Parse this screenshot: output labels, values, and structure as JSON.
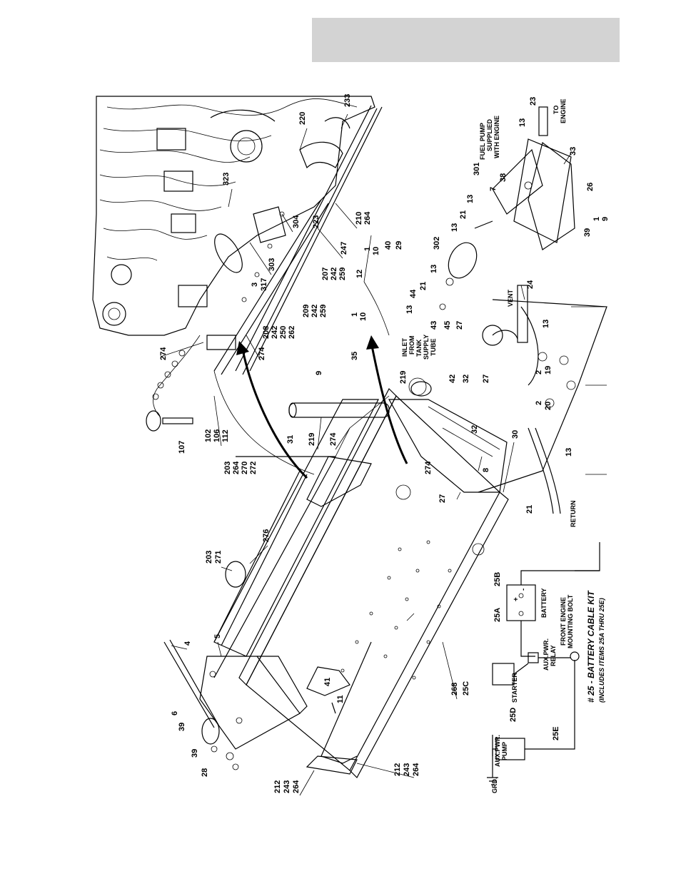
{
  "callouts": [
    {
      "id": "c323",
      "text": "323"
    },
    {
      "id": "c220",
      "text": "220"
    },
    {
      "id": "c233",
      "text": "233"
    },
    {
      "id": "c304",
      "text": "304"
    },
    {
      "id": "c223",
      "text": "223"
    },
    {
      "id": "c210",
      "text": "210"
    },
    {
      "id": "c264a",
      "text": "264"
    },
    {
      "id": "c247",
      "text": "247"
    },
    {
      "id": "c207",
      "text": "207"
    },
    {
      "id": "c242a",
      "text": "242"
    },
    {
      "id": "c259a",
      "text": "259"
    },
    {
      "id": "c303",
      "text": "303"
    },
    {
      "id": "c3",
      "text": "3"
    },
    {
      "id": "c317",
      "text": "317"
    },
    {
      "id": "c209",
      "text": "209"
    },
    {
      "id": "c242b",
      "text": "242"
    },
    {
      "id": "c259b",
      "text": "259"
    },
    {
      "id": "c208",
      "text": "208"
    },
    {
      "id": "c242c",
      "text": "242"
    },
    {
      "id": "c250",
      "text": "250"
    },
    {
      "id": "c262",
      "text": "262"
    },
    {
      "id": "c274a",
      "text": "274"
    },
    {
      "id": "c274b",
      "text": "274"
    },
    {
      "id": "c102",
      "text": "102"
    },
    {
      "id": "c106",
      "text": "106"
    },
    {
      "id": "c112",
      "text": "112"
    },
    {
      "id": "c107",
      "text": "107"
    },
    {
      "id": "c203a",
      "text": "203"
    },
    {
      "id": "c264b",
      "text": "264"
    },
    {
      "id": "c270",
      "text": "270"
    },
    {
      "id": "c272",
      "text": "272"
    },
    {
      "id": "c31",
      "text": "31"
    },
    {
      "id": "c219a",
      "text": "219"
    },
    {
      "id": "c274c",
      "text": "274"
    },
    {
      "id": "c9a",
      "text": "9"
    },
    {
      "id": "c35",
      "text": "35"
    },
    {
      "id": "c1a",
      "text": "1"
    },
    {
      "id": "c10a",
      "text": "10"
    },
    {
      "id": "c12",
      "text": "12"
    },
    {
      "id": "c1b",
      "text": "1"
    },
    {
      "id": "c10b",
      "text": "10"
    },
    {
      "id": "c40",
      "text": "40"
    },
    {
      "id": "c29",
      "text": "29"
    },
    {
      "id": "c219b",
      "text": "219"
    },
    {
      "id": "c42",
      "text": "42"
    },
    {
      "id": "c32a",
      "text": "32"
    },
    {
      "id": "c27a",
      "text": "27"
    },
    {
      "id": "c32b",
      "text": "32"
    },
    {
      "id": "c30",
      "text": "30"
    },
    {
      "id": "c274d",
      "text": "274"
    },
    {
      "id": "c8",
      "text": "8"
    },
    {
      "id": "c27b",
      "text": "27"
    },
    {
      "id": "c13a",
      "text": "13"
    },
    {
      "id": "c44",
      "text": "44"
    },
    {
      "id": "c21a",
      "text": "21"
    },
    {
      "id": "c43",
      "text": "43"
    },
    {
      "id": "c45",
      "text": "45"
    },
    {
      "id": "c27c",
      "text": "27"
    },
    {
      "id": "c13b",
      "text": "13"
    },
    {
      "id": "c302",
      "text": "302"
    },
    {
      "id": "c13c",
      "text": "13"
    },
    {
      "id": "c21b",
      "text": "21"
    },
    {
      "id": "c13d",
      "text": "13"
    },
    {
      "id": "c7",
      "text": "7"
    },
    {
      "id": "c38",
      "text": "38"
    },
    {
      "id": "c301",
      "text": "301"
    },
    {
      "id": "c13e",
      "text": "13"
    },
    {
      "id": "c23",
      "text": "23"
    },
    {
      "id": "c33",
      "text": "33"
    },
    {
      "id": "c26",
      "text": "26"
    },
    {
      "id": "c39a",
      "text": "39"
    },
    {
      "id": "c1c",
      "text": "1"
    },
    {
      "id": "c9b",
      "text": "9"
    },
    {
      "id": "c24",
      "text": "24"
    },
    {
      "id": "c13f",
      "text": "13"
    },
    {
      "id": "c2a",
      "text": "2"
    },
    {
      "id": "c19",
      "text": "19"
    },
    {
      "id": "c2b",
      "text": "2"
    },
    {
      "id": "c20",
      "text": "20"
    },
    {
      "id": "c13g",
      "text": "13"
    },
    {
      "id": "c21c",
      "text": "21"
    },
    {
      "id": "c276",
      "text": "276"
    },
    {
      "id": "c203b",
      "text": "203"
    },
    {
      "id": "c271",
      "text": "271"
    },
    {
      "id": "c5",
      "text": "5"
    },
    {
      "id": "c4",
      "text": "4"
    },
    {
      "id": "c6",
      "text": "6"
    },
    {
      "id": "c39b",
      "text": "39"
    },
    {
      "id": "c39c",
      "text": "39"
    },
    {
      "id": "c28",
      "text": "28"
    },
    {
      "id": "c41",
      "text": "41"
    },
    {
      "id": "c11",
      "text": "11"
    },
    {
      "id": "c212a",
      "text": "212"
    },
    {
      "id": "c243a",
      "text": "243"
    },
    {
      "id": "c264c",
      "text": "264"
    },
    {
      "id": "c212b",
      "text": "212"
    },
    {
      "id": "c243b",
      "text": "243"
    },
    {
      "id": "c264d",
      "text": "264"
    },
    {
      "id": "c268",
      "text": "268"
    },
    {
      "id": "c25C",
      "text": "25C"
    },
    {
      "id": "c25A",
      "text": "25A"
    },
    {
      "id": "c25B",
      "text": "25B"
    },
    {
      "id": "c25D",
      "text": "25D"
    },
    {
      "id": "c25E",
      "text": "25E"
    }
  ],
  "labels": {
    "fuel_pump": [
      "FUEL PUMP",
      "SUPPLIED",
      "WITH ENGINE"
    ],
    "to_engine": [
      "TO",
      "ENGINE"
    ],
    "inlet": [
      "INLET",
      "FROM",
      "TANK",
      "SUPPLY",
      "TUBE"
    ],
    "vent": "VENT",
    "return": "RETURN",
    "battery": "BATTERY",
    "aux_relay": [
      "AUX.PWR.",
      "RELAY"
    ],
    "front_engine": [
      "FRONT ENGINE",
      "MOUNTING BOLT"
    ],
    "starter": "STARTER",
    "aux_pump": [
      "AUX.PWR.",
      "PUMP"
    ],
    "grd": "GRD.",
    "plus": "+",
    "minus": "-",
    "kit_title": "# 25 - BATTERY CABLE KIT",
    "kit_subtitle": "(INCLUDES ITEMS 25A THRU 25E)"
  },
  "colors": {
    "header_bar": "#d3d3d3",
    "ink": "#000000"
  }
}
